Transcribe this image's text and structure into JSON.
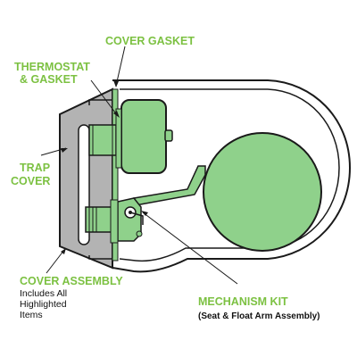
{
  "labels": {
    "cover_gasket": "COVER GASKET",
    "thermostat_line1": "THERMOSTAT",
    "thermostat_line2": "& GASKET",
    "trap_cover_line1": "TRAP",
    "trap_cover_line2": "COVER",
    "cover_assembly": "COVER ASSEMBLY",
    "cover_assembly_note_line1": "Includes All",
    "cover_assembly_note_line2": "Highlighted",
    "cover_assembly_note_line3": "Items",
    "mechanism_kit": "MECHANISM KIT",
    "mechanism_kit_note": "(Seat & Float Arm Assembly)"
  },
  "colors": {
    "label_green": "#7cc142",
    "highlight_fill": "#8fd18b",
    "cover_gray": "#b3b3b3",
    "outline": "#1a1a1a"
  }
}
